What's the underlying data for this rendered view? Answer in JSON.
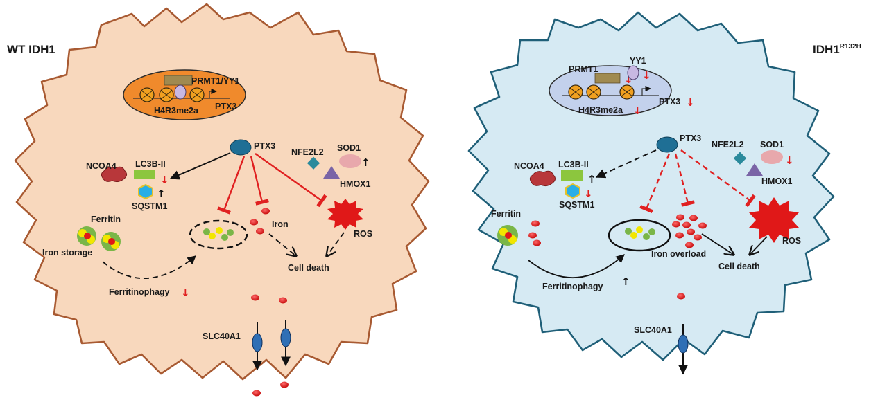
{
  "left": {
    "title": "WT IDH1",
    "nucleus": {
      "complex": "PRMT1/YY1",
      "mark": "H4R3me2a",
      "gene": "PTX3"
    },
    "ptx3": "PTX3",
    "ncoa4": "NCOA4",
    "lc3b": "LC3B-II",
    "sqstm1": "SQSTM1",
    "nfe2l2": "NFE2L2",
    "sod1": "SOD1",
    "hmox1": "HMOX1",
    "ferritin": "Ferritin",
    "iron_storage": "Iron storage",
    "ferritinophagy": "Ferritinophagy",
    "iron": "Iron",
    "ros": "ROS",
    "cell_death": "Cell death",
    "slc40a1": "SLC40A1"
  },
  "right": {
    "title_main": "IDH1",
    "title_sup": "R132H",
    "nucleus": {
      "prmt1": "PRMT1",
      "yy1": "YY1",
      "mark": "H4R3me2a",
      "gene": "PTX3"
    },
    "ptx3": "PTX3",
    "ncoa4": "NCOA4",
    "lc3b": "LC3B-II",
    "sqstm1": "SQSTM1",
    "nfe2l2": "NFE2L2",
    "sod1": "SOD1",
    "hmox1": "HMOX1",
    "ferritin": "Ferritin",
    "ferritinophagy": "Ferritinophagy",
    "iron_overload": "Iron overload",
    "ros": "ROS",
    "cell_death": "Cell death",
    "slc40a1": "SLC40A1"
  },
  "glyphs": {
    "up": "↑",
    "down": "↓"
  },
  "colors": {
    "left_cell_fill": "#f8d8bd",
    "left_cell_stroke": "#a85a32",
    "right_cell_fill": "#d6eaf3",
    "right_cell_stroke": "#1f5f78",
    "nucleus_left": "#f08a2c",
    "nucleus_right": "#c3d1ec",
    "inhibit_red": "#e02020",
    "iron_red": "#e01818"
  }
}
